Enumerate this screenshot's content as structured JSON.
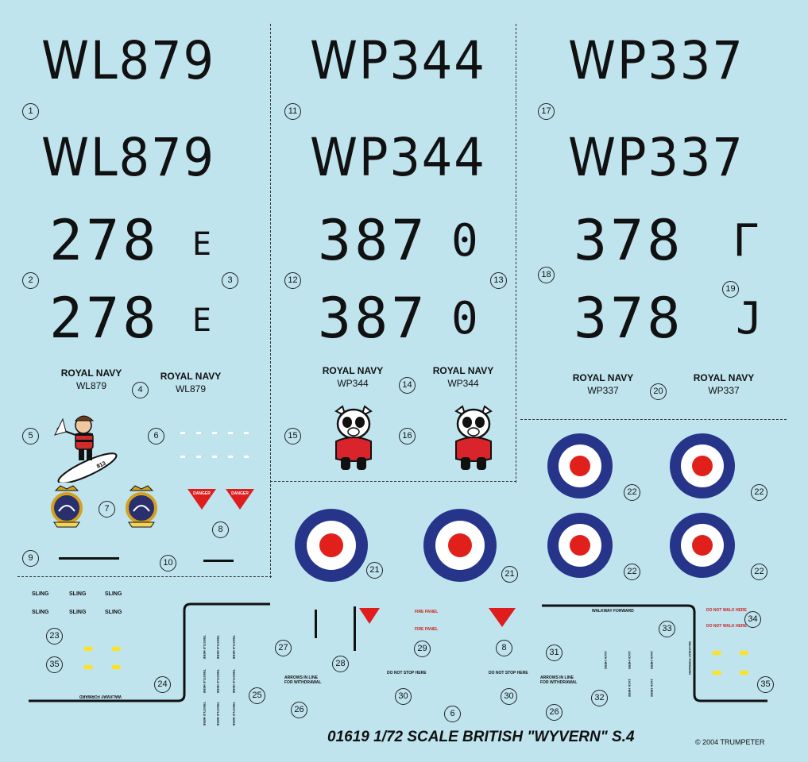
{
  "serials": {
    "wl879_top": "WL879",
    "wl879_bottom": "WL879",
    "wp344_top": "WP344",
    "wp344_bottom": "WP344",
    "wp337_top": "WP337",
    "wp337_bottom": "WP337"
  },
  "codes": {
    "c278_a": "278",
    "e_a": "E",
    "c278_b": "278",
    "e_b": "E",
    "c387_a": "387",
    "o_a": "0",
    "c387_b": "387",
    "o_b": "0",
    "c378_a": "378",
    "g_a": "Γ",
    "c378_b": "378",
    "j_b": "J"
  },
  "royal_navy": {
    "title": "ROYAL NAVY",
    "wl879": "WL879",
    "wp344": "WP344",
    "wp337": "WP337"
  },
  "numbers": {
    "n1": "1",
    "n2": "2",
    "n3": "3",
    "n4": "4",
    "n5": "5",
    "n6": "6",
    "n7": "7",
    "n8": "8",
    "n9": "9",
    "n10": "10",
    "n11": "11",
    "n12": "12",
    "n13": "13",
    "n14": "14",
    "n15": "15",
    "n16": "16",
    "n17": "17",
    "n18": "18",
    "n19": "19",
    "n20": "20",
    "n21": "21",
    "n22": "22",
    "n23": "23",
    "n24": "24",
    "n25": "25",
    "n26": "26",
    "n27": "27",
    "n28": "28",
    "n29": "29",
    "n30": "30",
    "n31": "31",
    "n32": "32",
    "n33": "33",
    "n34": "34",
    "n35": "35"
  },
  "stencils": {
    "sling": "SLING",
    "danger": "DANGER",
    "ejection_seat": "EJECTION SEAT",
    "fire_panel": "FIRE PANEL",
    "do_not_stop_here": "DO NOT STOP HERE",
    "arrows_line_1": "ARROWS IN LINE",
    "arrows_line_2": "FOR WITHDRAWAL",
    "walkway_forward": "WALKWAY FORWARD",
    "do_not_walk_here": "DO NOT WALK HERE",
    "jack_here": "JACK HERE",
    "trestle_here": "TRESTLE HERE",
    "nose_art": "813"
  },
  "footer": {
    "title": "01619 1/72 SCALE BRITISH \"WYVERN\" S.4",
    "copyright": "© 2004 TRUMPETER"
  },
  "colors": {
    "background": "#bfe4ee",
    "roundel_blue": "#26348a",
    "roundel_red": "#e1201c",
    "roundel_white": "#ffffff",
    "stencil_red": "#d21f1f",
    "yellow": "#ffe21a"
  }
}
